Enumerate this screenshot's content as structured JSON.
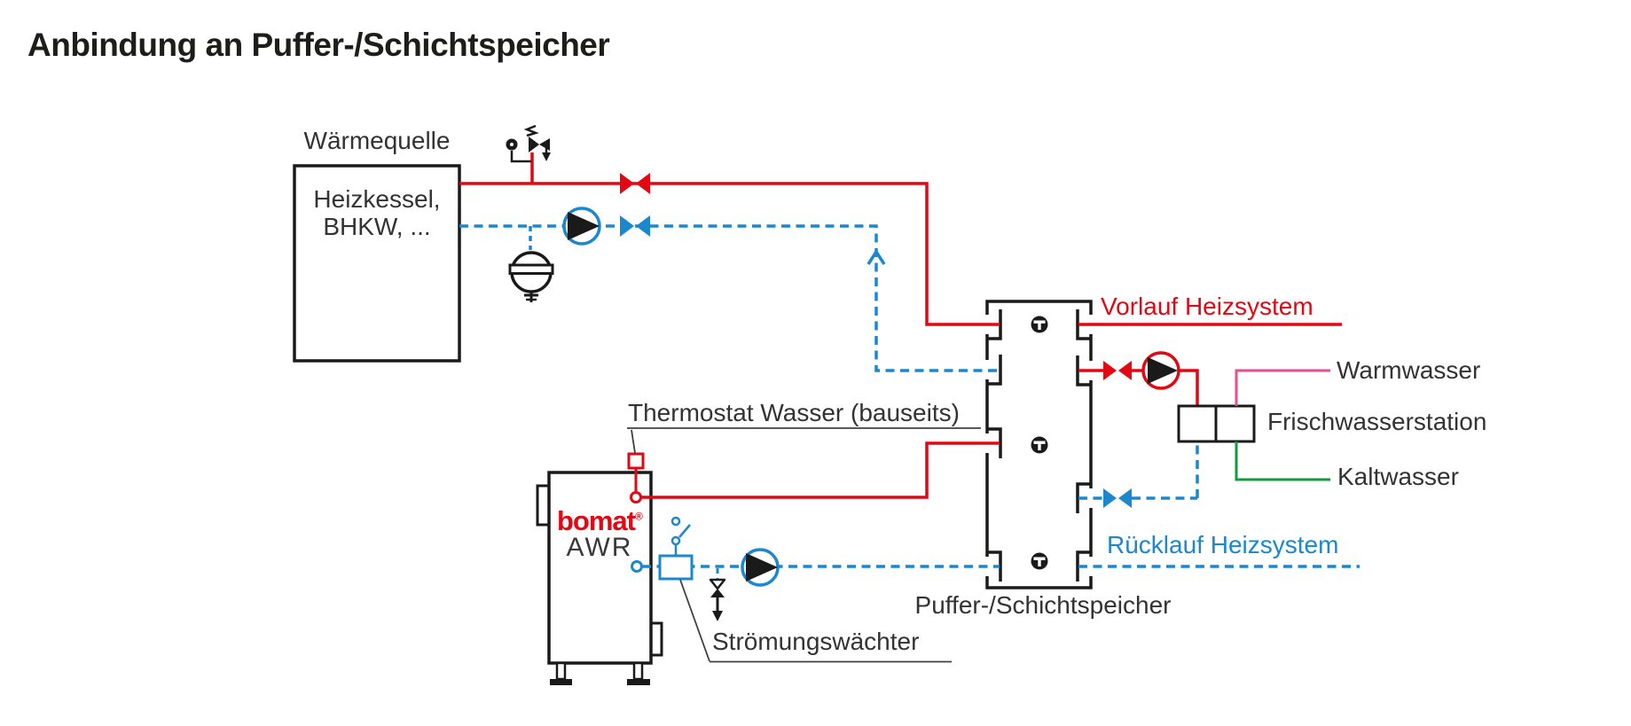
{
  "title": "Anbindung an Puffer-/Schichtspeicher",
  "heat_source": {
    "label": "Wärmequelle",
    "device_line1": "Heizkessel,",
    "device_line2": "BHKW, ..."
  },
  "boiler": {
    "brand": "bomat",
    "reg_mark": "®",
    "model": "AWR"
  },
  "tank": {
    "label": "Puffer-/Schichtspeicher"
  },
  "station": {
    "label": "Frischwasserstation"
  },
  "pipes": {
    "flow_heating": "Vorlauf Heizsystem",
    "return_heating": "Rücklauf Heizsystem",
    "hot_water": "Warmwasser",
    "cold_water": "Kaltwasser"
  },
  "annotations": {
    "thermostat": "Thermostat Wasser (bauseits)",
    "flow_switch": "Strömungswächter"
  },
  "colors": {
    "flow_red": "#e30613",
    "return_blue": "#1b87cd",
    "hot_water_pink": "#ea4d8f",
    "cold_water_green": "#119a3e",
    "line_black": "#1a1a1a",
    "text_dark": "#333333"
  },
  "icons": {
    "pump": "pump-icon",
    "shutoff_valve": "shutoff-valve-icon",
    "safety_group": "safety-group-icon",
    "expansion_vessel": "expansion-vessel-icon",
    "thermometer": "thermometer-icon",
    "drain_valve": "drain-valve-icon",
    "flow_switch": "flow-switch-icon",
    "flow_arrow": "flow-direction-arrow-icon"
  }
}
